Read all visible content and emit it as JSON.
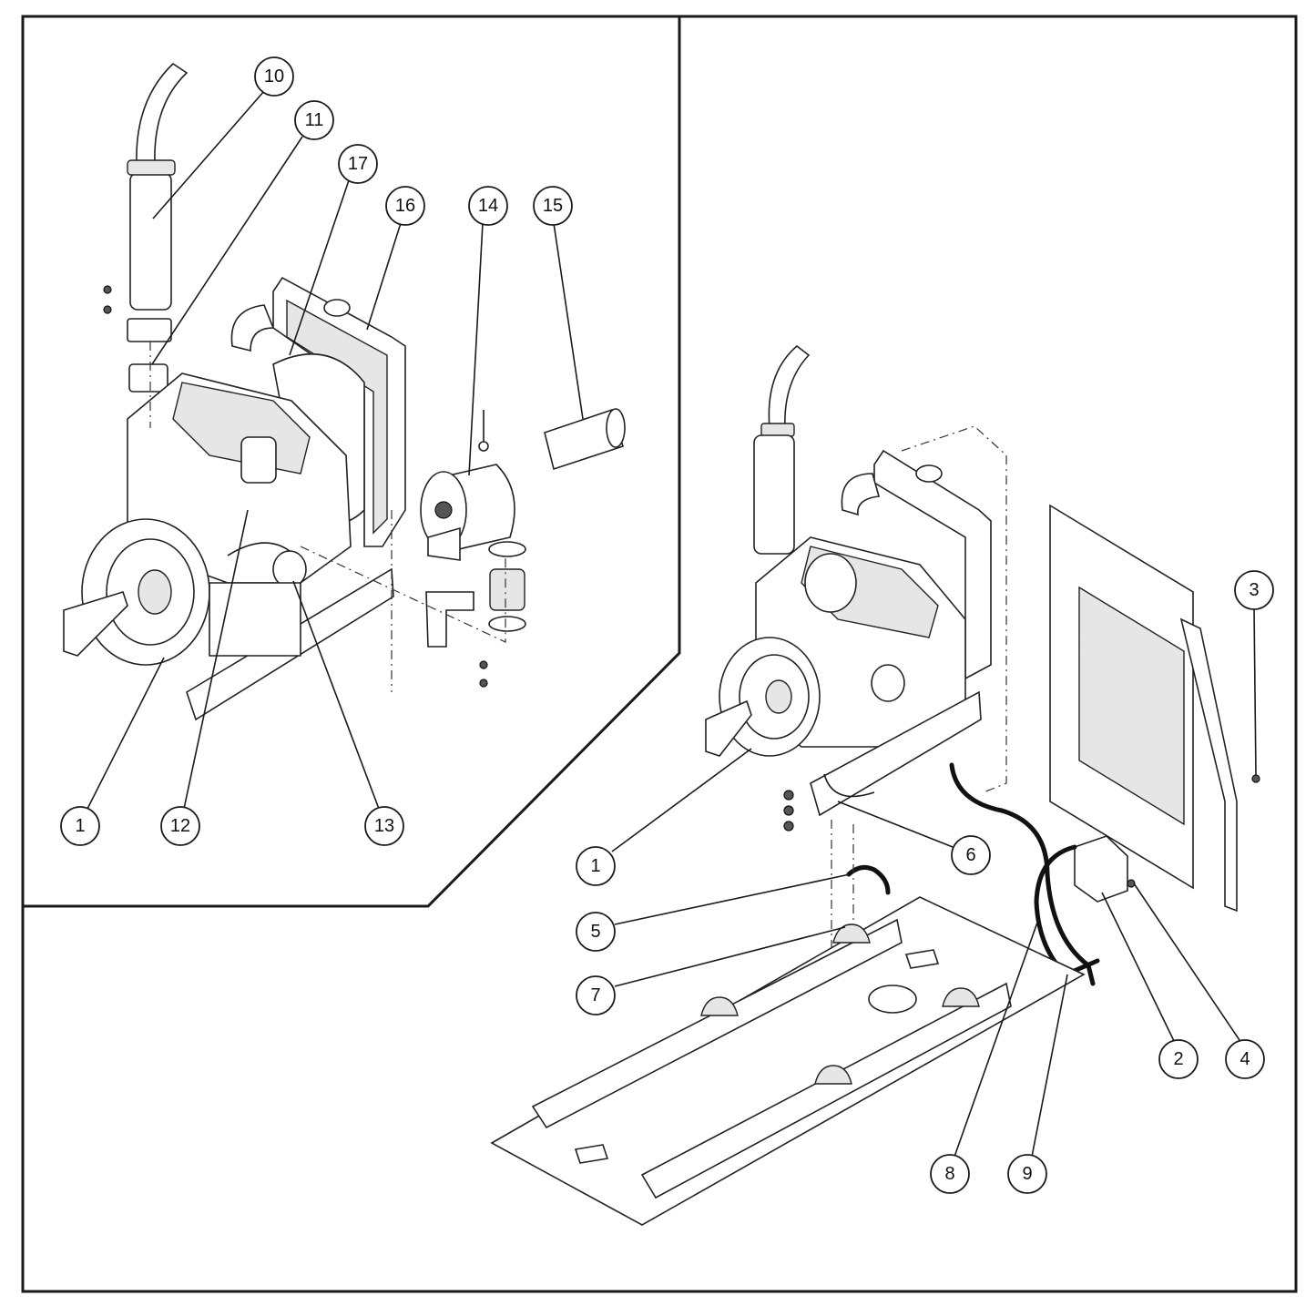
{
  "callouts": {
    "inset": [
      "1",
      "10",
      "11",
      "12",
      "13",
      "14",
      "15",
      "16",
      "17"
    ],
    "main": [
      "1",
      "2",
      "3",
      "4",
      "5",
      "6",
      "7",
      "8",
      "9"
    ]
  },
  "colors": {
    "line": "#1a1a1a",
    "background": "#ffffff",
    "shade": "#e6e6e6"
  }
}
